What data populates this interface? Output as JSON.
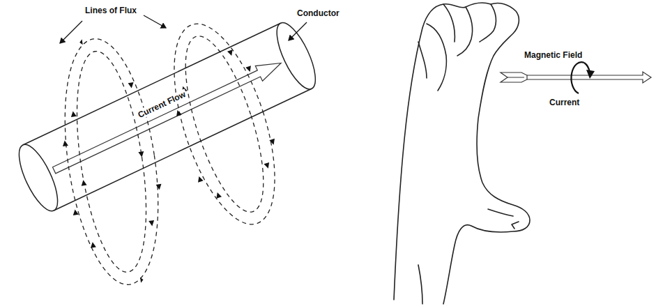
{
  "diagram": {
    "labels": [
      "Lines of Flux",
      "Conductor",
      "Current Flow",
      "Magnetic Field",
      "Current"
    ]
  }
}
